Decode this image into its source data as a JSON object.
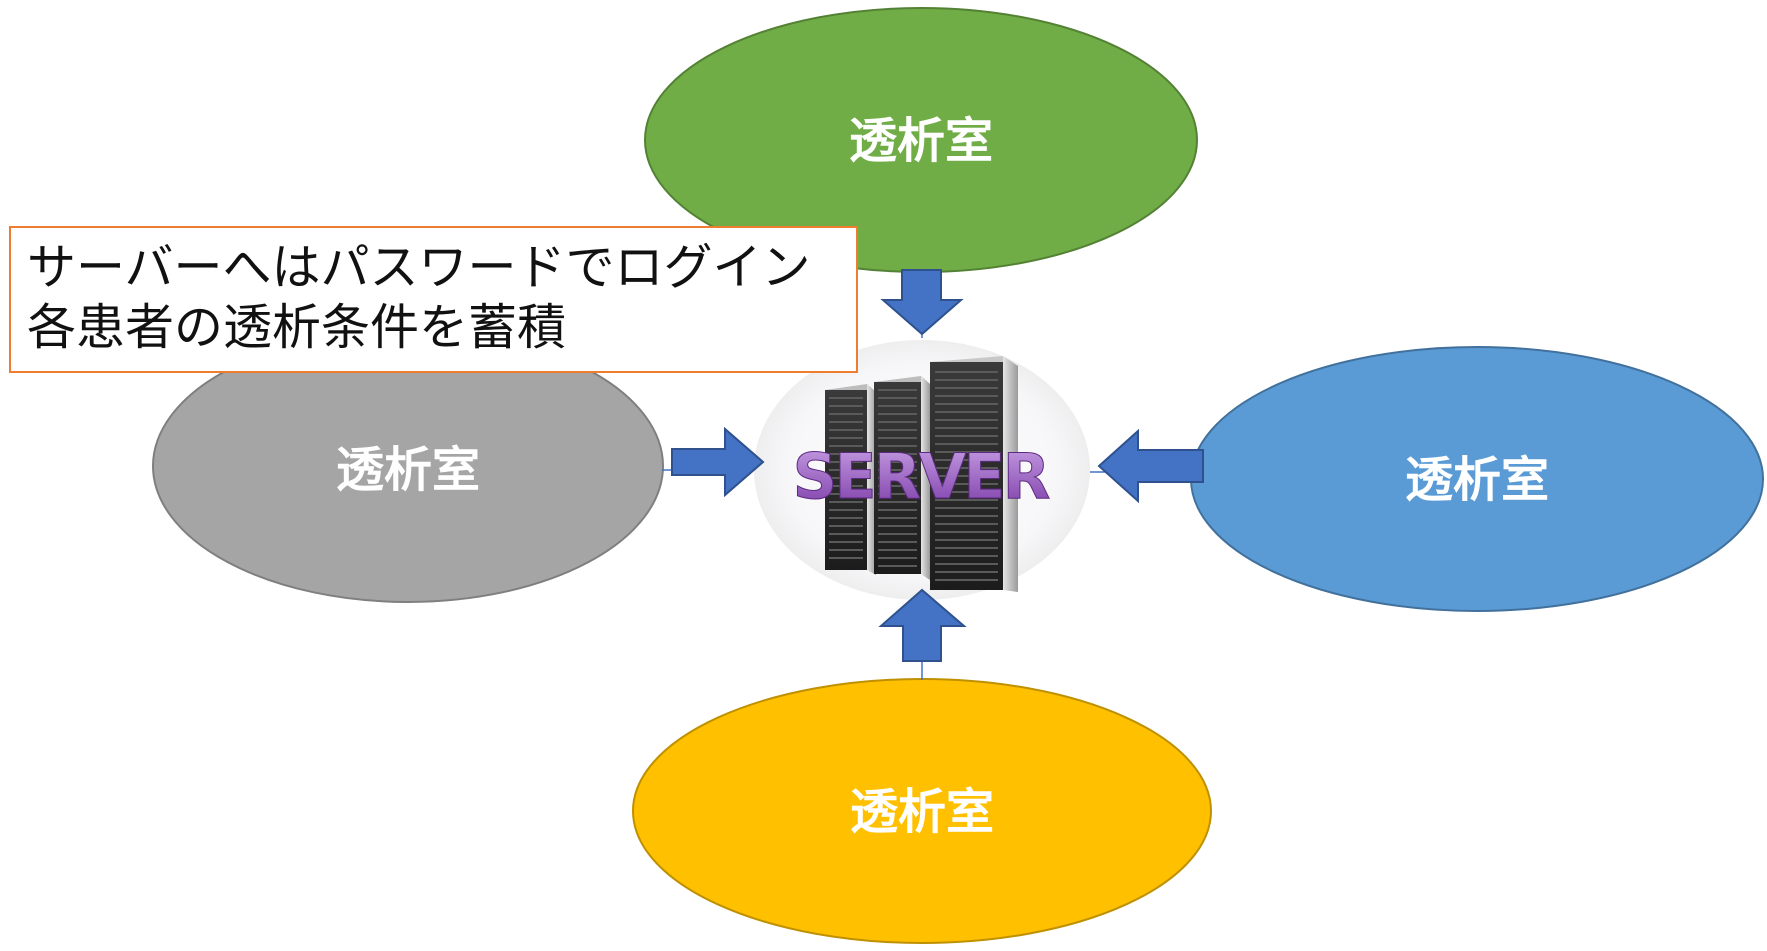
{
  "note": {
    "line1": "サーバーへはパスワードでログイン",
    "line2": "各患者の透析条件を蓄積"
  },
  "server": {
    "word": "SERVER"
  },
  "rooms": {
    "top": {
      "label": "透析室",
      "color": "#70AD47",
      "border": "#548235"
    },
    "left": {
      "label": "透析室",
      "color": "#A5A5A5",
      "border": "#7F7F7F"
    },
    "right": {
      "label": "透析室",
      "color": "#5B9BD5",
      "border": "#41719C"
    },
    "bottom": {
      "label": "透析室",
      "color": "#FFC000",
      "border": "#BF9000"
    }
  },
  "colors": {
    "arrow": "#4472C4",
    "arrow_border": "#2F528F",
    "note_border": "#ED7D31",
    "server_text": "#7B3FA0"
  }
}
